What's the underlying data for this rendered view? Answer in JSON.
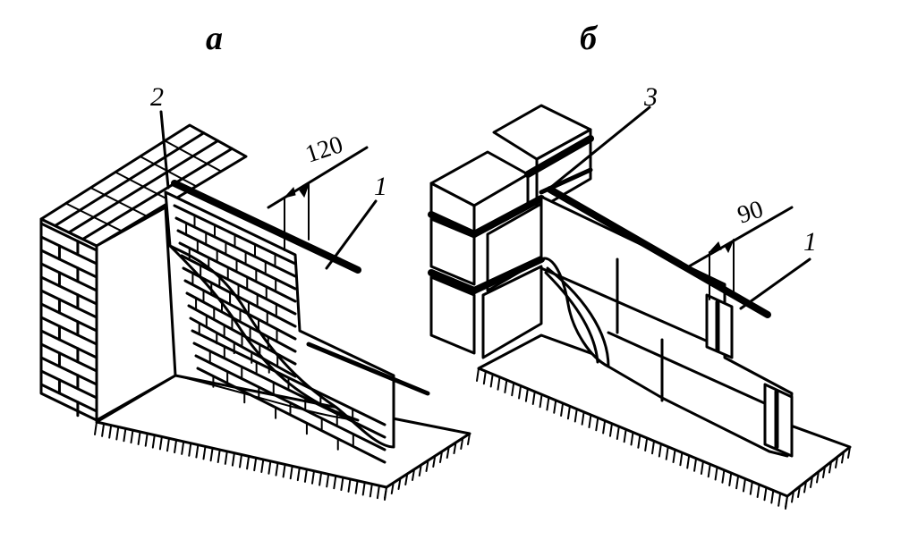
{
  "figure": {
    "panels": [
      {
        "id": "a",
        "label": "а"
      },
      {
        "id": "b",
        "label": "б"
      }
    ],
    "callouts": {
      "a_num_2": "2",
      "a_dim_120": "120",
      "a_num_1": "1",
      "b_num_3": "3",
      "b_dim_90": "90",
      "b_num_1": "1"
    },
    "colors": {
      "ink": "#000000",
      "paper": "#ffffff"
    }
  }
}
